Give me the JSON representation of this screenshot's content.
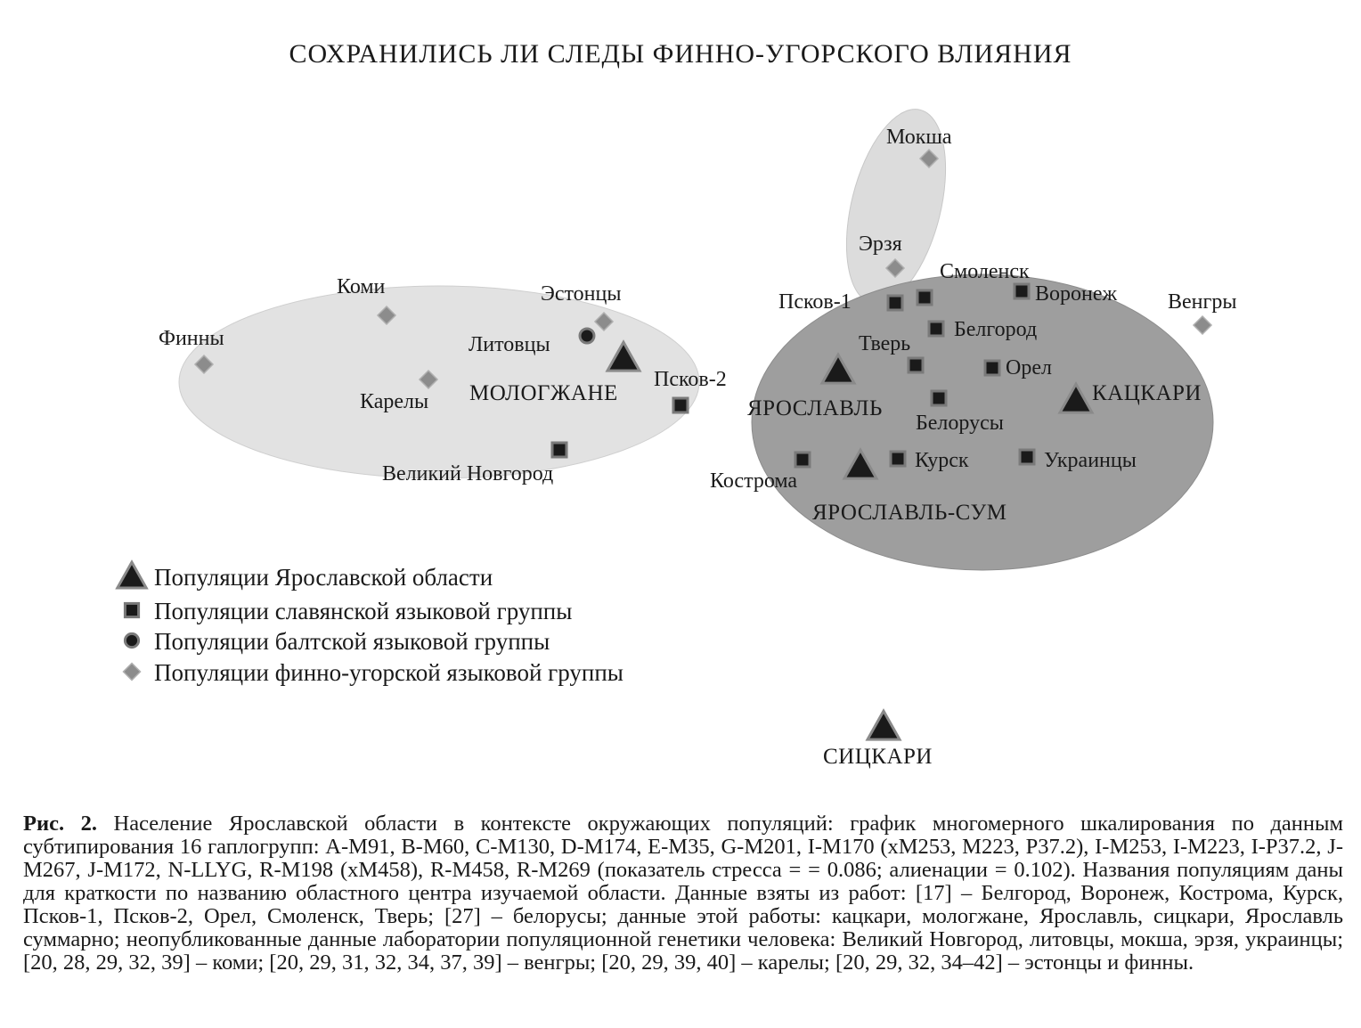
{
  "running_head": "СОХРАНИЛИСЬ ЛИ СЛЕДЫ ФИННО-УГОРСКОГО ВЛИЯНИЯ",
  "chart_data": {
    "type": "scatter",
    "title": "",
    "xlabel": "",
    "ylabel": "",
    "colors": {
      "triangle_fill": "#1a1a1a",
      "triangle_stroke": "#8a8a8a",
      "square_fill": "#1a1a1a",
      "square_stroke": "#7a7a7a",
      "diamond_fill": "#8c8c8c",
      "light_cluster": "#e2e2e2",
      "dark_cluster": "#9e9e9e"
    },
    "points": [
      {
        "label": "Мокша",
        "group": "finno-ugric"
      },
      {
        "label": "Эрзя",
        "group": "finno-ugric"
      },
      {
        "label": "Коми",
        "group": "finno-ugric"
      },
      {
        "label": "Финны",
        "group": "finno-ugric"
      },
      {
        "label": "Карелы",
        "group": "finno-ugric"
      },
      {
        "label": "Эстонцы",
        "group": "finno-ugric"
      },
      {
        "label": "Венгры",
        "group": "finno-ugric"
      },
      {
        "label": "Литовцы",
        "group": "baltic"
      },
      {
        "label": "МОЛОГЖАНЕ",
        "group": "yaroslavl"
      },
      {
        "label": "ЯРОСЛАВЛЬ",
        "group": "yaroslavl"
      },
      {
        "label": "КАЦКАРИ",
        "group": "yaroslavl"
      },
      {
        "label": "ЯРОСЛАВЛЬ-СУМ",
        "group": "yaroslavl"
      },
      {
        "label": "СИЦКАРИ",
        "group": "yaroslavl"
      },
      {
        "label": "Псков-2",
        "group": "slavic"
      },
      {
        "label": "Великий Новгород",
        "group": "slavic"
      },
      {
        "label": "Смоленск",
        "group": "slavic"
      },
      {
        "label": "Псков-1",
        "group": "slavic"
      },
      {
        "label": "Воронеж",
        "group": "slavic"
      },
      {
        "label": "Белгород",
        "group": "slavic"
      },
      {
        "label": "Тверь",
        "group": "slavic"
      },
      {
        "label": "Орел",
        "group": "slavic"
      },
      {
        "label": "Белорусы",
        "group": "slavic"
      },
      {
        "label": "Кострома",
        "group": "slavic"
      },
      {
        "label": "Курск",
        "group": "slavic"
      },
      {
        "label": "Украинцы",
        "group": "slavic"
      }
    ],
    "legend": [
      {
        "symbol": "triangle",
        "label": "Популяции Ярославской области"
      },
      {
        "symbol": "square",
        "label": "Популяции славянской языковой группы"
      },
      {
        "symbol": "circle",
        "label": "Популяции балтской языковой группы"
      },
      {
        "symbol": "diamond",
        "label": "Популяции финно-угорской языковой группы"
      }
    ]
  },
  "caption": {
    "label": "Рис. 2.",
    "text": "Население Ярославской области в контексте окружающих популяций: график многомерного шкалирования по данным субтипирования 16 гаплогрупп: A-M91, B-M60, C-M130, D-M174, E-M35, G-M201, I-M170 (xM253, M223, P37.2), I-M253, I-M223, I-P37.2, J-M267, J-M172, N-LLYG, R-M198 (xM458), R-M458, R-M269 (показатель стресса = = 0.086; алиенации = 0.102). Названия популяциям даны для краткости по названию областного центра изучаемой области. Данные взяты из работ: [17] – Белгород, Воронеж, Кострома, Курск, Псков-1, Псков-2, Орел, Смоленск, Тверь; [27] – белорусы; данные этой работы: кацкари, мологжане, Ярославль, сицкари, Ярославль суммарно; неопубликованные данные лаборатории популяционной генетики человека: Великий Новгород, литовцы, мокша, эрзя, украинцы; [20, 28, 29, 32, 39] – коми; [20, 29, 31, 32, 34, 37, 39] – венгры; [20, 29, 39, 40] – карелы; [20, 29, 32, 34–42] – эстонцы и финны."
  }
}
